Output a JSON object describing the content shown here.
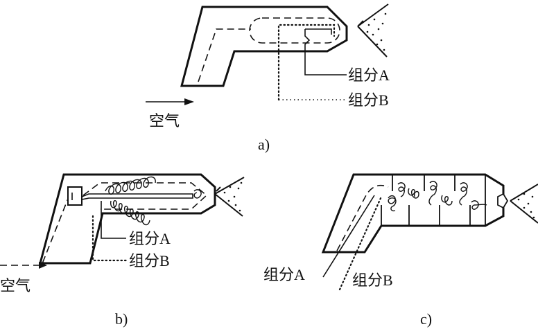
{
  "panels": {
    "a": {
      "caption": "a)",
      "label_air": "空气",
      "label_component_a": "组分A",
      "label_component_b": "组分B"
    },
    "b": {
      "caption": "b)",
      "label_air": "空气",
      "label_component_a": "组分A",
      "label_component_b": "组分B"
    },
    "c": {
      "caption": "c)",
      "label_component_a": "组分A",
      "label_component_b": "组分B"
    }
  },
  "colors": {
    "line": "#111111",
    "background": "#ffffff"
  }
}
